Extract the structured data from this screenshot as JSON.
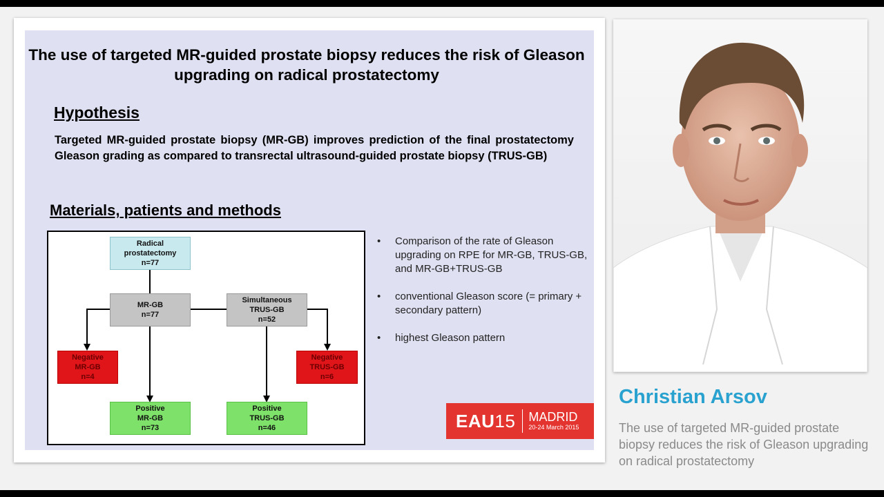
{
  "slide": {
    "title": "The use of targeted MR-guided prostate biopsy reduces the risk of Gleason upgrading on radical prostatectomy",
    "hypothesis_heading": "Hypothesis",
    "hypothesis_text": "Targeted MR-guided prostate biopsy (MR-GB) improves prediction of the final prostatectomy Gleason grading as compared to transrectal ultrasound-guided prostate biopsy (TRUS-GB)",
    "methods_heading": "Materials, patients and methods",
    "flowchart": {
      "radical": [
        "Radical",
        "prostatectomy",
        "n=77"
      ],
      "mrgb": [
        "MR-GB",
        "n=77"
      ],
      "trusgb": [
        "Simultaneous",
        "TRUS-GB",
        "n=52"
      ],
      "neg_mrgb": [
        "Negative",
        "MR-GB",
        "n=4"
      ],
      "neg_trusgb": [
        "Negative",
        "TRUS-GB",
        "n=6"
      ],
      "pos_mrgb": [
        "Positive",
        "MR-GB",
        "n=73"
      ],
      "pos_trusgb": [
        "Positive",
        "TRUS-GB",
        "n=46"
      ]
    },
    "bullets": [
      "Comparison of the rate of Gleason upgrading on RPE for MR-GB, TRUS-GB, and MR-GB+TRUS-GB",
      "conventional Gleason score (= primary + secondary pattern)",
      "highest Gleason pattern"
    ],
    "bullet_symbol": "•",
    "logo": {
      "main": "EAU",
      "number": "15",
      "city": "MADRID",
      "dates": "20-24 March 2015",
      "color": "#e4342f"
    }
  },
  "speaker": {
    "name": "Christian Arsov",
    "description": "The use of targeted MR-guided prostate biopsy reduces the risk of Gleason upgrading on radical prostatectomy",
    "name_color": "#2aa2cf"
  }
}
